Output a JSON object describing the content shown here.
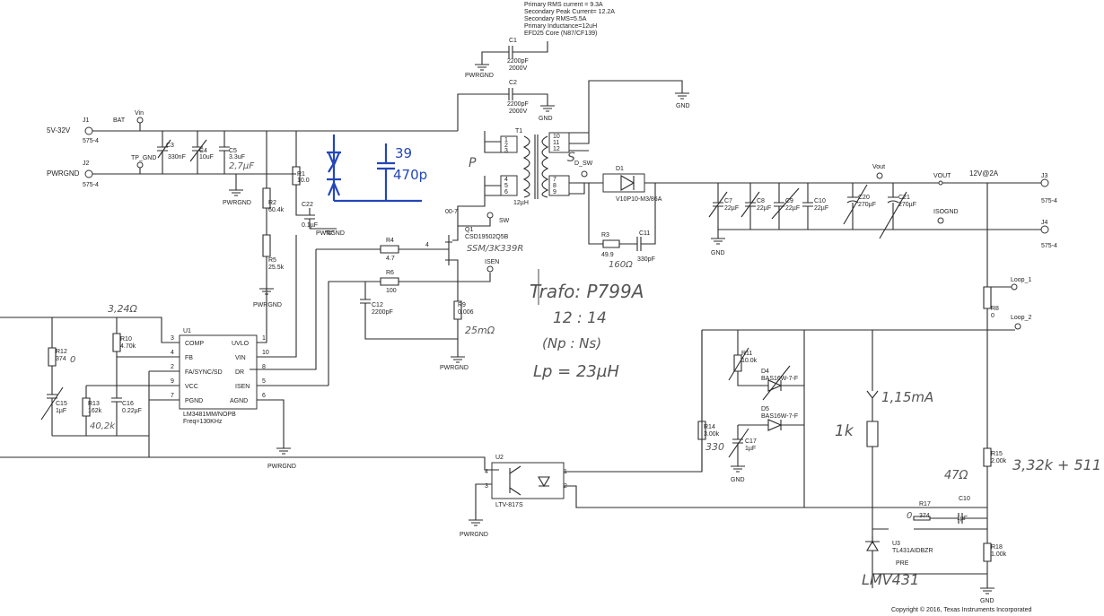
{
  "notes": {
    "lines": [
      "Primary RMS current = 9.3A",
      "Secondary Peak Current= 12.2A",
      "Secondary RMS=5.5A",
      "Primary Inductance=12uH",
      "EFD25 Core (N87/CF139)"
    ]
  },
  "connectors": {
    "j1_ref": "J1",
    "j1_part": "575-4",
    "j1_label": "5V-32V",
    "j2_ref": "J2",
    "j2_part": "575-4",
    "j2_label": "PWRGND",
    "j3_ref": "J3",
    "j3_part": "575-4",
    "j4_ref": "J4",
    "j4_part": "575-4"
  },
  "nets": {
    "bat": "BAT",
    "vin": "Vin",
    "tp_gnd": "TP_GND",
    "pwrgnd": "PWRGND",
    "gnd": "GND",
    "sw": "SW",
    "isen": "ISEN",
    "d_sw": "D_SW",
    "vout": "Vout",
    "vout_caps": "VOUT",
    "output_rating": "12V@2A",
    "isognd": "ISOGND",
    "loop1": "Loop_1",
    "loop2": "Loop_2"
  },
  "components": {
    "c1": {
      "ref": "C1",
      "value": "2200pF",
      "rating": "2000V"
    },
    "c2": {
      "ref": "C2",
      "value": "2200pF",
      "rating": "2000V"
    },
    "c3": {
      "ref": "C3",
      "value": "330nF"
    },
    "c4": {
      "ref": "C4",
      "value": "10uF"
    },
    "c5": {
      "ref": "C5",
      "value": "3.3uF"
    },
    "r1": {
      "ref": "R1",
      "value": "10.0"
    },
    "r2": {
      "ref": "R2",
      "value": "60.4k"
    },
    "r5": {
      "ref": "R5",
      "value": "25.5k"
    },
    "c22": {
      "ref": "C22",
      "value": "0.1µF"
    },
    "t1": {
      "ref": "T1",
      "value": "12µH",
      "pins_left": [
        "1",
        "2",
        "3",
        "4",
        "5",
        "6"
      ],
      "pins_right": [
        "10",
        "11",
        "12",
        "7",
        "8",
        "9"
      ]
    },
    "d1": {
      "ref": "D1",
      "part": "V10P10-M3/86A"
    },
    "q1": {
      "ref": "Q1",
      "part": "CSD19502Q5B"
    },
    "r3": {
      "ref": "R3",
      "value": "49.9"
    },
    "c11": {
      "ref": "C11",
      "value": "330pF"
    },
    "r4": {
      "ref": "R4",
      "value": "4.7"
    },
    "r6": {
      "ref": "R6",
      "value": "100"
    },
    "r9": {
      "ref": "R9",
      "value": "0.006"
    },
    "c12": {
      "ref": "C12",
      "value": "2200pF"
    },
    "c7": {
      "ref": "C7",
      "value": "22µF"
    },
    "c8": {
      "ref": "C8",
      "value": "22µF"
    },
    "c9": {
      "ref": "C9",
      "value": "22µF"
    },
    "c10a": {
      "ref": "C10",
      "value": "22µF"
    },
    "c20": {
      "ref": "C20",
      "value": "270µF"
    },
    "c21": {
      "ref": "C21",
      "value": "270µF"
    },
    "r8": {
      "ref": "R8",
      "value": "0"
    },
    "r11": {
      "ref": "R11",
      "value": "10.0k"
    },
    "d4": {
      "ref": "D4",
      "part": "BAS16W-7-F"
    },
    "d5": {
      "ref": "D5",
      "part": "BAS16W-7-F"
    },
    "r14": {
      "ref": "R14",
      "value": "3.00k"
    },
    "c17": {
      "ref": "C17",
      "value": "1µF"
    },
    "r15": {
      "ref": "R15",
      "value": "2.00k"
    },
    "r17": {
      "ref": "R17",
      "value": "374"
    },
    "c10b": {
      "ref": "C10",
      "value": "1µF"
    },
    "r18": {
      "ref": "R18",
      "value": "1.00k"
    },
    "u3": {
      "ref": "U3",
      "part": "TL431AIDBZR",
      "pin": "PRE"
    },
    "u2": {
      "ref": "U2",
      "part": "LTV-817S"
    },
    "u1": {
      "ref": "U1",
      "part": "LM3481MM/NOPB",
      "freq": "Freq=130KHz",
      "pins_left": [
        "COMP",
        "FB",
        "FA/SYNC/SD",
        "VCC",
        "PGND"
      ],
      "pin_nums_left": [
        "3",
        "4",
        "2",
        "9",
        "7"
      ],
      "pins_right": [
        "UVLO",
        "VIN",
        "DR",
        "ISEN",
        "AGND"
      ],
      "pin_nums_right": [
        "1",
        "10",
        "8",
        "5",
        "6"
      ]
    },
    "r12": {
      "ref": "R12",
      "value": "374"
    },
    "c15": {
      "ref": "C15",
      "value": "1µF"
    },
    "r10": {
      "ref": "R10",
      "value": "4.70k"
    },
    "r13": {
      "ref": "R13",
      "value": "162k"
    },
    "c16": {
      "ref": "C16",
      "value": "0.22µF"
    }
  },
  "handwritten": {
    "c5_new": "2,7µF",
    "snubber_c": "39",
    "snubber_c2": "470p",
    "primary": "P",
    "secondary": "S",
    "q1_new": "SSM/3K339R",
    "r9_new": "25mΩ",
    "r3_new": "160Ω",
    "trafo": "Trafo: P799A",
    "ratio": "12 : 14",
    "ratio_note": "(Np : Ns)",
    "lp": "Lp = 23µH",
    "r12_new": "3,24Ω",
    "r12_zero": "0",
    "r13_new": "40,2k",
    "r14_new": "330",
    "r15_new": "3,32k + 511",
    "c10_new": "47Ω",
    "r17_new": "0",
    "current": "1,15mA",
    "r_new": "1k",
    "u3_new": "LMV431"
  },
  "copyright": "Copyright © 2016, Texas Instruments Incorporated"
}
